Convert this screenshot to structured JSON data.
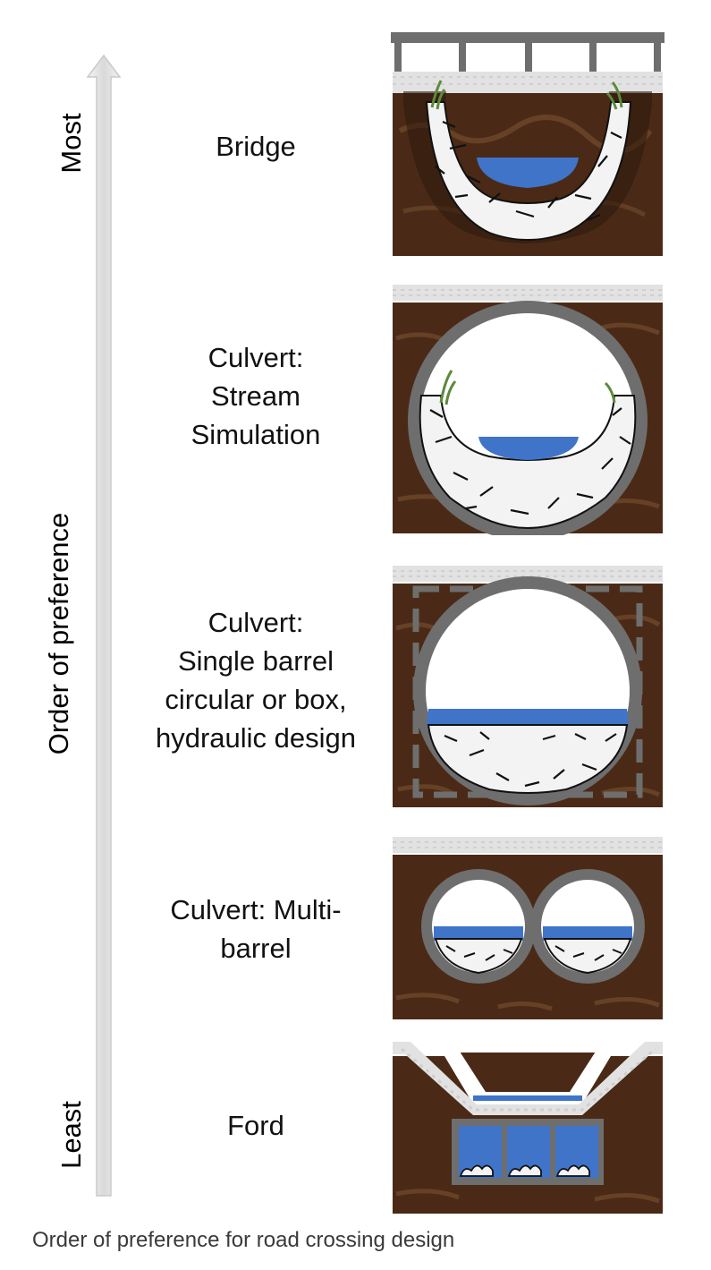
{
  "axis": {
    "title": "Order of preference",
    "top_label": "Most",
    "bottom_label": "Least"
  },
  "crossings": [
    {
      "label": "Bridge"
    },
    {
      "label": "Culvert:\nStream\nSimulation"
    },
    {
      "label": "Culvert:\nSingle barrel\ncircular or box,\nhydraulic design"
    },
    {
      "label": "Culvert:  Multi-\nbarrel"
    },
    {
      "label": "Ford"
    }
  ],
  "caption": "Order of preference for road crossing design",
  "colors": {
    "soil": "#4a2a16",
    "soil_light": "#7a5232",
    "water": "#3f74c9",
    "pipe": "#6e6e6e",
    "rock": "#f3f3f3",
    "gravel": "#dedede",
    "arrow": "#e6e6e6"
  }
}
